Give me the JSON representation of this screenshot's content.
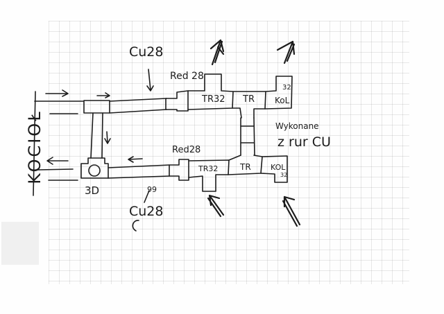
{
  "diagram": {
    "type": "hand-drawn plumbing schematic on grid paper",
    "colors": {
      "ink": "#1c1c1c",
      "paper": "#fefefe",
      "grid": "#d9d9d9"
    },
    "labels": {
      "boiler": "KOCIOŁ",
      "cu28_top": "Cu28",
      "red28_top": "Red 28",
      "tr32_top": "TR32",
      "tr_top": "TR",
      "kol_top": "KoL",
      "kol_top_size": "32",
      "note_line1": "Wykonane",
      "note_line2": "z rur CU",
      "red28_bottom": "Red28",
      "tr32_bottom": "TR32",
      "tr_bottom": "TR",
      "kol_bottom": "KOL",
      "kol_bottom_size": "32",
      "valve_3d": "3D",
      "mark_99": "99",
      "cu28_bottom": "Cu28"
    },
    "components": [
      {
        "id": "boiler",
        "label": "KOCIOŁ"
      },
      {
        "id": "supply-pipe",
        "label": "Cu28",
        "flow": "right"
      },
      {
        "id": "reducer-top",
        "label": "Red 28"
      },
      {
        "id": "tee-top-32",
        "label": "TR32",
        "outlet": "up"
      },
      {
        "id": "tee-top",
        "label": "TR"
      },
      {
        "id": "elbow-top",
        "label": "KoL 32",
        "outlet": "up"
      },
      {
        "id": "return-pipe",
        "label": "Cu28",
        "flow": "left"
      },
      {
        "id": "reducer-bottom",
        "label": "Red28"
      },
      {
        "id": "tee-bottom-32",
        "label": "TR32",
        "inlet": "down"
      },
      {
        "id": "tee-bottom",
        "label": "TR"
      },
      {
        "id": "elbow-bottom",
        "label": "KOL 32",
        "inlet": "down"
      },
      {
        "id": "three-way-valve",
        "label": "3D"
      },
      {
        "id": "bypass",
        "flow": "down"
      }
    ]
  }
}
